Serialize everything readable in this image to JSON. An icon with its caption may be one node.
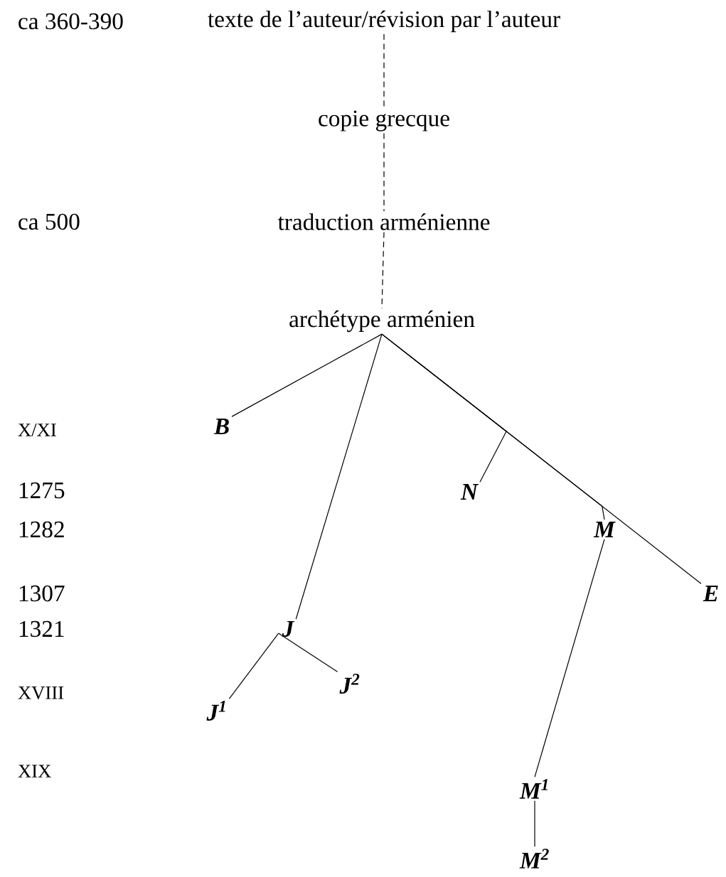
{
  "diagram": {
    "nodes": [
      {
        "text": [
          "texte de l’auteur/révision par l’auteur"
        ]
      },
      {
        "text": [
          "copie grecque"
        ]
      },
      {
        "text": [
          "traduction arménienne"
        ]
      },
      {
        "text": [
          "archétype arménien"
        ]
      },
      {
        "text": [
          "B"
        ]
      },
      {
        "text": [
          "J"
        ]
      },
      {
        "text": [
          "N"
        ]
      },
      {
        "text": [
          "M"
        ]
      },
      {
        "text": [
          "E"
        ]
      },
      {
        "text": [
          "J$^{1}$"
        ]
      },
      {
        "text": [
          "J$^{2}$"
        ]
      },
      {
        "text": [
          "M$^{1}$"
        ]
      },
      {
        "text": [
          "M$^{2}$"
        ]
      }
    ],
    "edges": [
      {
        "from": 0,
        "to": 1,
        "arrow": "none",
        "style": "dashed"
      },
      {
        "from": 1,
        "to": 2,
        "arrow": "none",
        "style": "dashed"
      },
      {
        "from": 2,
        "to": 3,
        "arrow": "none",
        "style": "dashed"
      },
      {
        "from": 3,
        "to": 4,
        "arrow": "none"
      },
      {
        "from": 3,
        "to": 5,
        "arrow": "none"
      },
      {
        "from": 3,
        "to": 6,
        "arrow": "none"
      },
      {
        "from": 3,
        "to": 7,
        "arrow": "none"
      },
      {
        "from": 3,
        "to": 8,
        "arrow": "none"
      },
      {
        "from": 5,
        "to": 9,
        "arrow": "none"
      },
      {
        "from": 5,
        "to": 10,
        "arrow": "none"
      },
      {
        "from": 7,
        "to": 11,
        "arrow": "none"
      },
      {
        "from": 11,
        "to": 12,
        "arrow": "none"
      }
    ],
    "labels": [
      "ca 360-390",
      "ca 500",
      "X/XI",
      "1275",
      "1282",
      "1307",
      "1321",
      "XVIII",
      "XIX"
    ]
  }
}
